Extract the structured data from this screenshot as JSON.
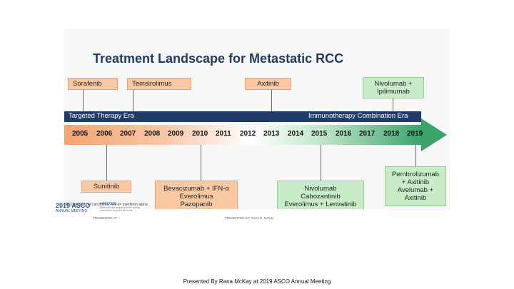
{
  "title": "Treatment Landscape for Metastatic RCC",
  "eras": {
    "targeted": "Targeted Therapy Era",
    "immuno": "Immunotherapy Combination Era"
  },
  "years": [
    "2005",
    "2006",
    "2007",
    "2008",
    "2009",
    "2010",
    "2011",
    "2012",
    "2013",
    "2014",
    "2015",
    "2016",
    "2017",
    "2018",
    "2019"
  ],
  "top_boxes": {
    "sorafenib": "Sorafenib",
    "temsirolimus": "Temsirolimus",
    "axitinib": "Axitinib",
    "nivo_ipi": [
      "Nivolumab +",
      "Ipilimumab"
    ]
  },
  "bottom_boxes": {
    "sunitinib": "Sunitinib",
    "beva_group": [
      "Bevacizumab + IFN-α",
      "Everolimus",
      "Pazopanib"
    ],
    "nivo_group": [
      "Nivolumab",
      "Cabozantinib",
      "Everolimus + Lenvatinib"
    ],
    "pembro_group": [
      "Pembrolizumab",
      "+ Axitinib",
      "Avelumab +",
      "Axitinib"
    ]
  },
  "footnote": "RCC=Renal cell carcinoma; IFN-α= interferon alpha",
  "footer": {
    "presented_at": "PRESENTED AT:",
    "asco_logo": "2019 ASCO",
    "asco_sub": "ANNUAL MEETING",
    "asco_mark": "#ASCO19",
    "asco_mark_sub": "Slides are the property of the author, permission required for reuse.",
    "presented_by": "PRESENTED BY: Rana R. McKay"
  },
  "caption": "Presented By Rana McKay at 2019 ASCO Annual Meeting",
  "colors": {
    "navy": "#1f3b68",
    "orange_box": "#f8c9a3",
    "green_box": "#c8ecc8",
    "arrow_start": "#f3a472",
    "arrow_end": "#3aa36a"
  }
}
